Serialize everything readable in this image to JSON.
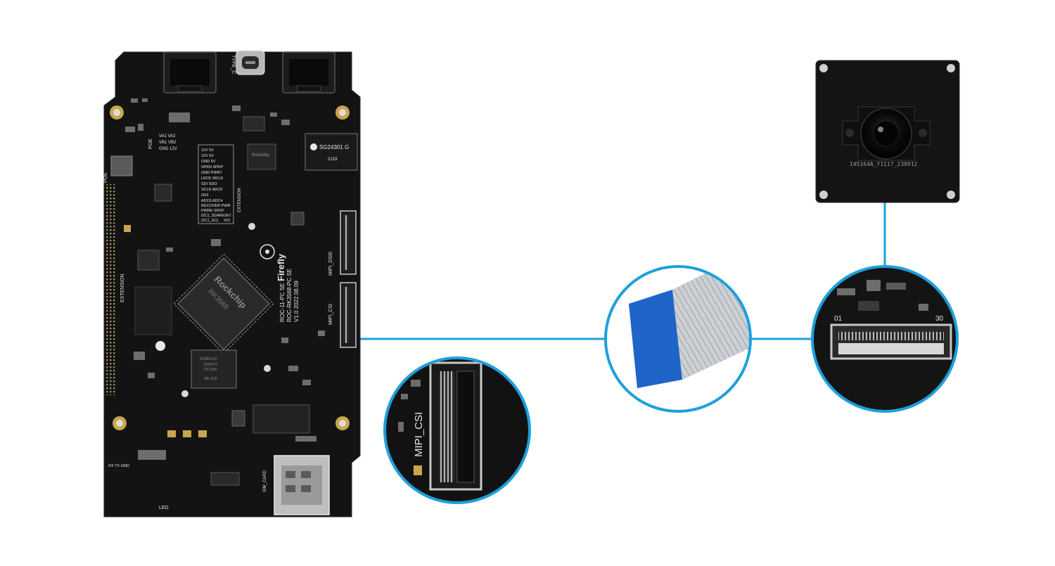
{
  "colors": {
    "accent": "#1ea0dc",
    "pcb": "#131313",
    "silk": "#e6e6e6",
    "gold": "#c9a64a",
    "ribbon_blue": "#1f64c8",
    "ribbon_silver": "#c8ccd2"
  },
  "board": {
    "usb_label": "TYPE_C",
    "chip_brand": "Rockchip",
    "chip_part": "RK3568",
    "brand": "Firefly",
    "model_line1": "ROC-11-PC SE",
    "model_line2": "ROC-RK3568-PC SE",
    "version_line": "V1.0  2022.08.09",
    "dsi_label": "MIPI_DSI0",
    "csi_label": "MIPI_CSI",
    "extension_label": "EXTENSION",
    "extension_label_2": "EXTENSION",
    "poe_label": "POE",
    "poe_label_2": "POE",
    "sim_label": "SIM_CARD",
    "led_label": "LED",
    "uart_label": "RX TX GND",
    "module_label": "SG24301 G",
    "module_code": "2133",
    "pwr_pins": [
      "VA1 VA2",
      "VB1 VB2",
      "GND 12V"
    ],
    "pin_labels": [
      "12V   5V",
      "12V   5V",
      "GND   5V",
      "SPKN  SPKP",
      "GND  PWR7",
      "LRCK  MCLK",
      "SDI   SDO",
      "SCLK  ADC5",
      "G53"
    ],
    "pin_labels_2": [
      "ADC6  ADC4",
      "RECOVER PWR",
      "PWRK   SPDF",
      "I2C1_SDA",
      "I2C1_SCL",
      "RESET",
      "3V3"
    ],
    "ram_code": [
      "SD58412D",
      "62SHYX",
      "DC1000",
      "J5L  5CE"
    ]
  },
  "zoom_csi": {
    "label": "MIPI_CSI"
  },
  "camera": {
    "label": "145164A_Y1117_230912",
    "pin_first": "01",
    "pin_last": "30"
  }
}
